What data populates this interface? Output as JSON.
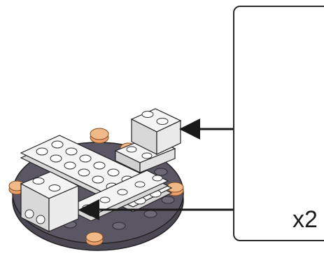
{
  "figure": {
    "callout_multiplier": "x2",
    "colors": {
      "brick_white": "#f4f4f4",
      "brick_side": "#d8d8d8",
      "brick_outline": "#222222",
      "baseplate": "#5a5663",
      "baseplate_stud": "#e9a06a",
      "arrow_black": "#1a1a1a",
      "arrow_red": "#d42027"
    },
    "icons": [
      "lego-brick-2x2",
      "lego-plate-2x2",
      "lego-brick-1x2",
      "round-baseplate",
      "pointer-arrow"
    ]
  }
}
